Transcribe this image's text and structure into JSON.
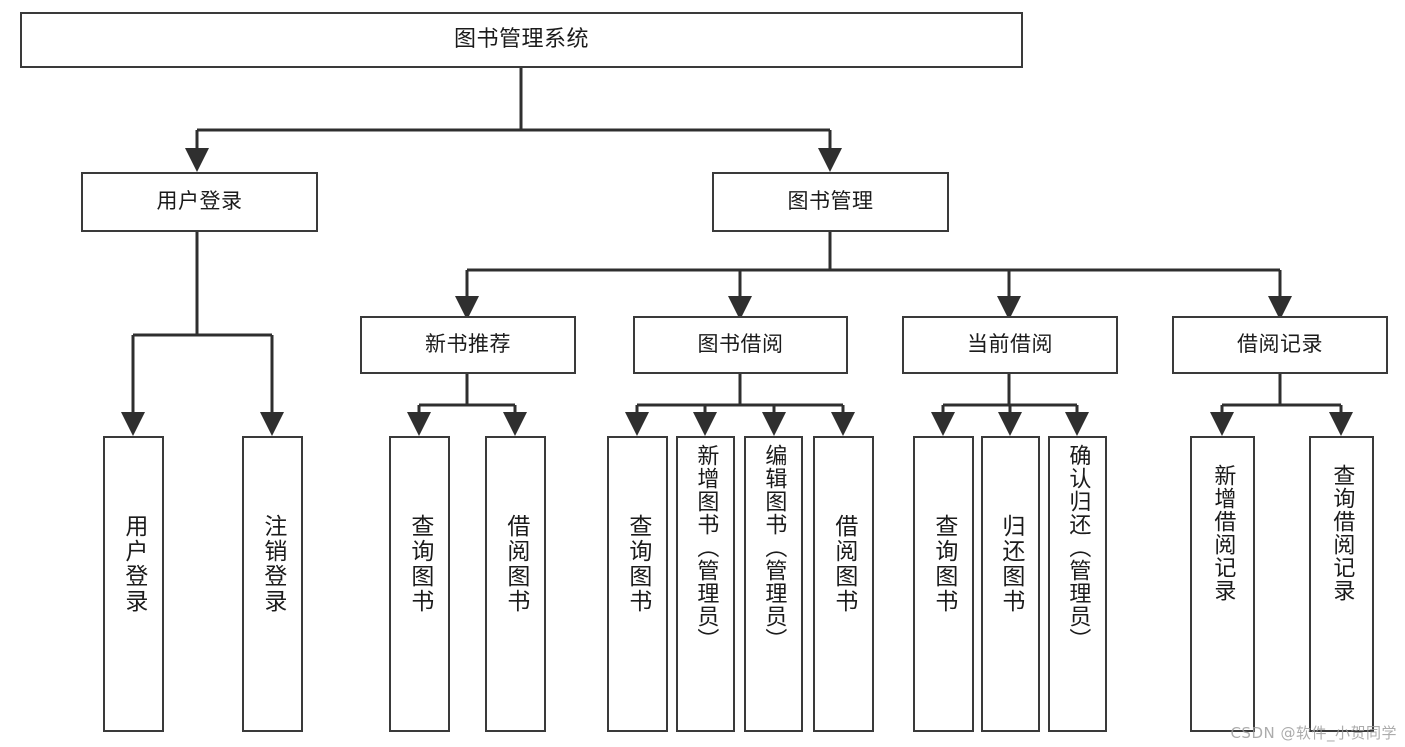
{
  "diagram": {
    "title": "图书管理系统",
    "type": "tree-hierarchy-diagram",
    "colors": {
      "background": "#ffffff",
      "node_border": "#3a3a3a",
      "node_fill": "#ffffff",
      "edge": "#2f2f2f",
      "text": "#1b1b1b",
      "watermark": "#9a9a9a"
    }
  },
  "nodes": {
    "root": {
      "label": "图书管理系统"
    },
    "level1": [
      {
        "id": "user-login",
        "label": "用户登录"
      },
      {
        "id": "book-manage",
        "label": "图书管理"
      }
    ],
    "level2": [
      {
        "id": "new-book-recommend",
        "label": "新书推荐"
      },
      {
        "id": "book-borrow",
        "label": "图书借阅"
      },
      {
        "id": "current-borrow",
        "label": "当前借阅"
      },
      {
        "id": "borrow-record",
        "label": "借阅记录"
      }
    ],
    "leaves": {
      "user_login": [
        {
          "id": "leaf-user-login",
          "label": "用户登录"
        },
        {
          "id": "leaf-logout-login",
          "label": "注销登录"
        }
      ],
      "new_book_recommend": [
        {
          "id": "leaf-query-book-1",
          "label": "查询图书"
        },
        {
          "id": "leaf-borrow-book-1",
          "label": "借阅图书"
        }
      ],
      "book_borrow": [
        {
          "id": "leaf-query-book-2",
          "label": "查询图书"
        },
        {
          "id": "leaf-add-book",
          "label": "新增图书（管理员）"
        },
        {
          "id": "leaf-edit-book",
          "label": "编辑图书（管理员）"
        },
        {
          "id": "leaf-borrow-book-2",
          "label": "借阅图书"
        }
      ],
      "current_borrow": [
        {
          "id": "leaf-query-book-3",
          "label": "查询图书"
        },
        {
          "id": "leaf-return-book",
          "label": "归还图书"
        },
        {
          "id": "leaf-confirm-return",
          "label": "确认归还（管理员）"
        }
      ],
      "borrow_record": [
        {
          "id": "leaf-add-record",
          "label": "新增借阅记录"
        },
        {
          "id": "leaf-query-record",
          "label": "查询借阅记录"
        }
      ]
    }
  },
  "watermark": {
    "text": "CSDN @软件_小贺同学"
  }
}
